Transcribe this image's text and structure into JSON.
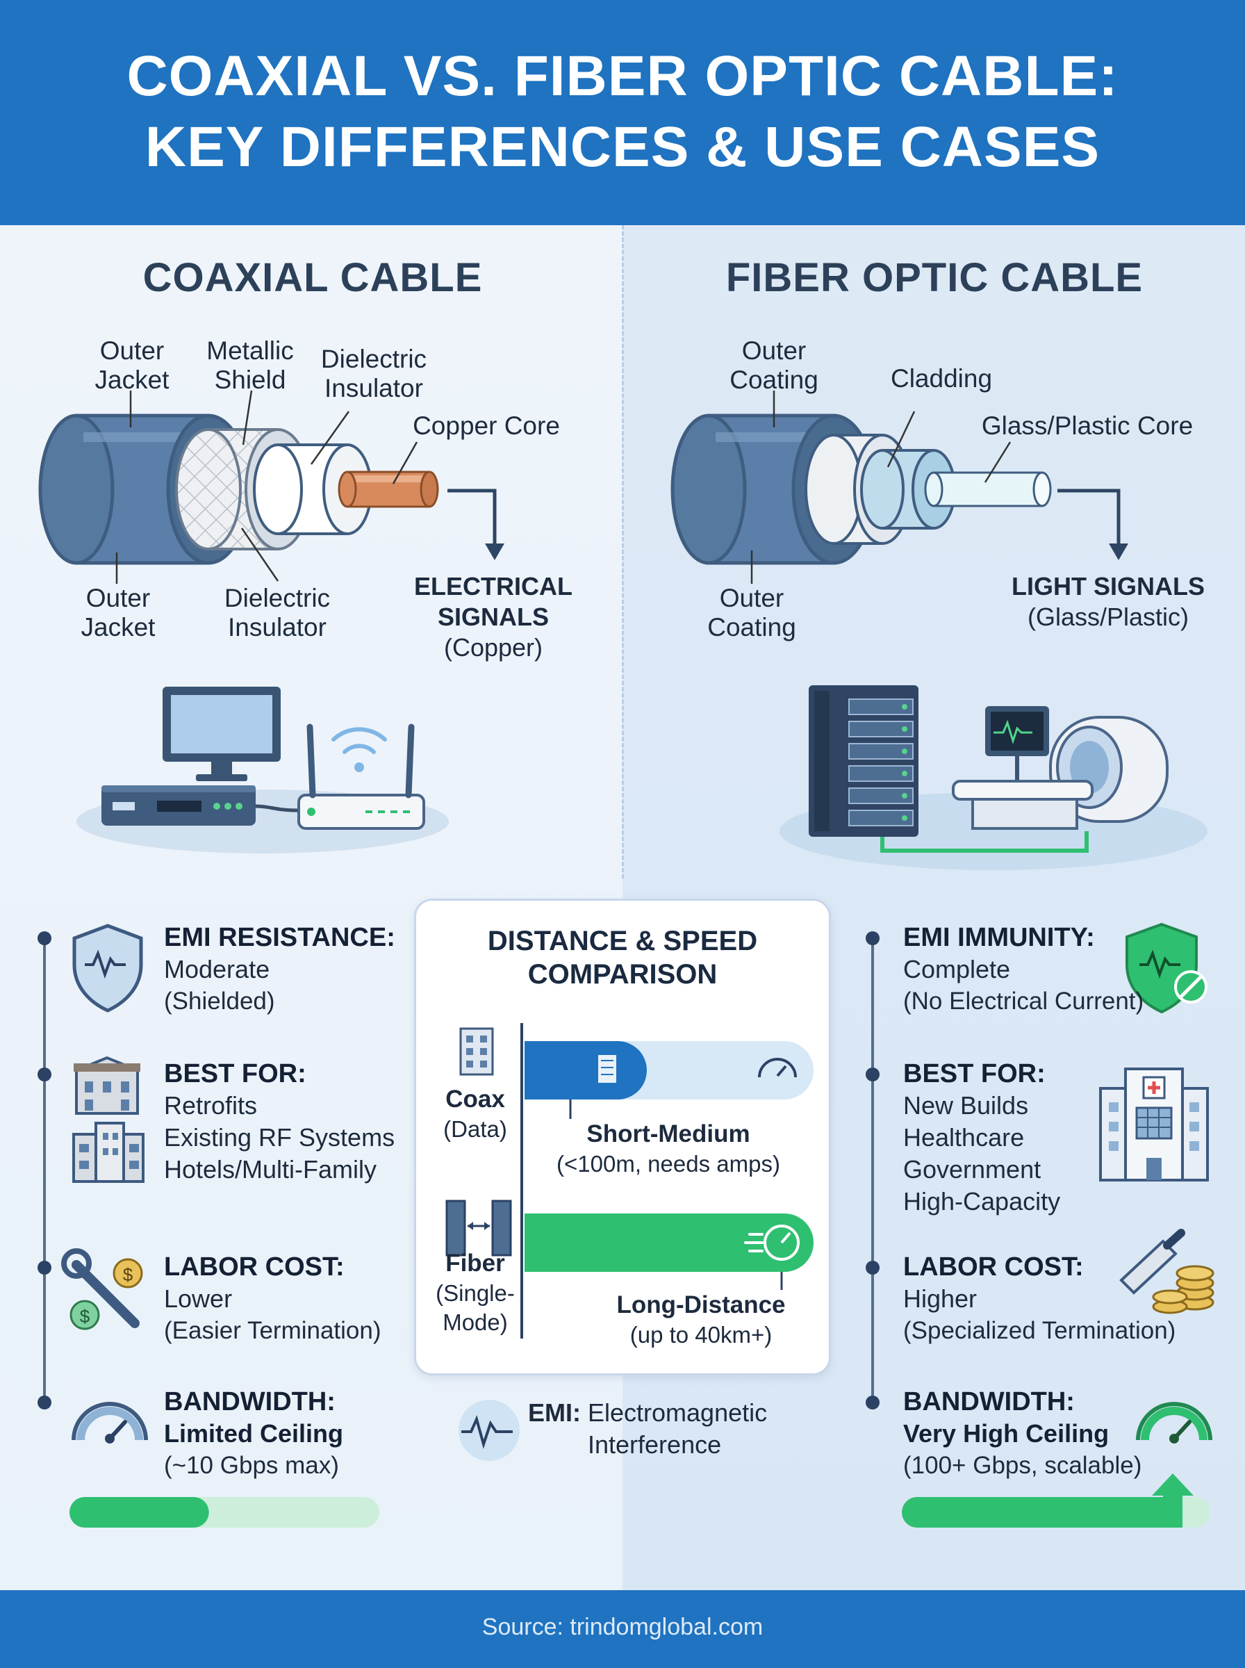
{
  "header": {
    "title_line1": "COAXIAL VS. FIBER OPTIC CABLE:",
    "title_line2": "KEY DIFFERENCES & USE CASES"
  },
  "coax": {
    "title": "COAXIAL CABLE",
    "labels": {
      "outer_jacket_top": "Outer\nJacket",
      "metallic_shield": "Metallic\nShield",
      "dielectric_top": "Dielectric\nInsulator",
      "copper_core": "Copper Core",
      "outer_jacket_bottom": "Outer\nJacket",
      "dielectric_bottom": "Dielectric\nInsulator"
    },
    "signal_title": "ELECTRICAL\nSIGNALS",
    "signal_sub": "(Copper)",
    "features": [
      {
        "title": "EMI RESISTANCE:",
        "lines": [
          "Moderate",
          "(Shielded)"
        ]
      },
      {
        "title": "BEST FOR:",
        "lines": [
          "Retrofits",
          "Existing RF Systems",
          "Hotels/Multi-Family"
        ]
      },
      {
        "title": "LABOR COST:",
        "lines": [
          "Lower",
          "(Easier Termination)"
        ]
      },
      {
        "title": "BANDWIDTH:",
        "lines": [
          "Limited Ceiling",
          "(~10 Gbps max)"
        ]
      }
    ],
    "bandwidth_fill": 0.45
  },
  "fiber": {
    "title": "FIBER OPTIC CABLE",
    "labels": {
      "outer_coating_top": "Outer\nCoating",
      "cladding": "Cladding",
      "core": "Glass/Plastic Core",
      "outer_coating_bottom": "Outer\nCoating"
    },
    "signal_title": "LIGHT SIGNALS",
    "signal_sub": "(Glass/Plastic)",
    "features": [
      {
        "title": "EMI IMMUNITY:",
        "lines": [
          "Complete",
          "(No Electrical Current)"
        ]
      },
      {
        "title": "BEST FOR:",
        "lines": [
          "New Builds",
          "Healthcare",
          "Government",
          "High-Capacity"
        ]
      },
      {
        "title": "LABOR COST:",
        "lines": [
          "Higher",
          "(Specialized Termination)"
        ]
      },
      {
        "title": "BANDWIDTH:",
        "lines": [
          "Very High Ceiling",
          "(100+ Gbps, scalable)"
        ]
      }
    ],
    "bandwidth_fill": 0.9
  },
  "comparison": {
    "title_line1": "DISTANCE & SPEED",
    "title_line2": "COMPARISON",
    "coax": {
      "name": "Coax",
      "sub": "(Data)",
      "range": "Short-Medium",
      "range_sub": "(<100m, needs amps)"
    },
    "fiber": {
      "name": "Fiber",
      "sub": "(Single-\nMode)",
      "range": "Long-Distance",
      "range_sub": "(up to 40km+)"
    }
  },
  "legend": {
    "key": "EMI:",
    "value": "Electromagnetic\nInterference"
  },
  "footer": {
    "source": "Source: trindomglobal.com"
  },
  "colors": {
    "header_blue": "#1f73c0",
    "cable_blue": "#5b7fa8",
    "copper": "#d98a5c",
    "accent_green": "#2fbf71"
  }
}
